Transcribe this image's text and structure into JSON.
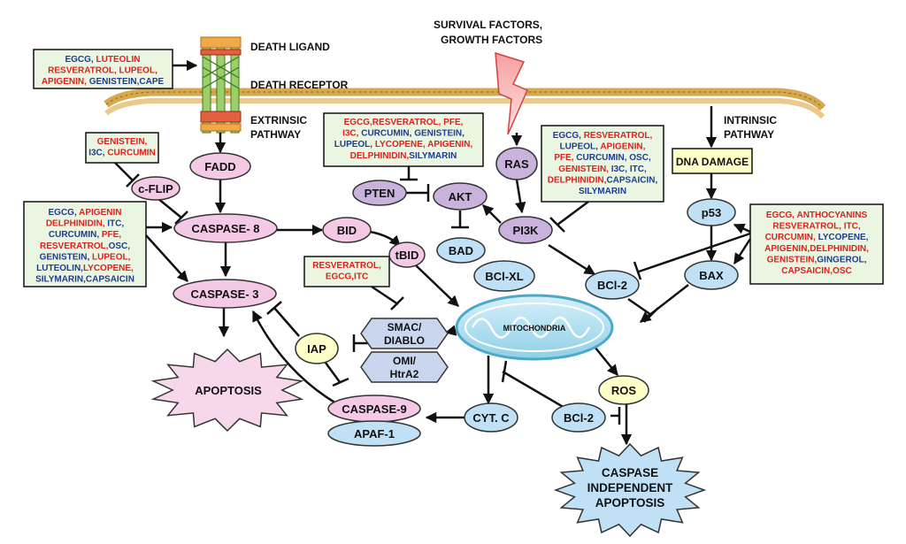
{
  "colors": {
    "red": "#d8231e",
    "blue": "#1e3c8c",
    "pink": "#f4c9e6",
    "light_blue": "#bfe0f5",
    "yellow": "#ffffc8",
    "purple": "#c9b3dc",
    "green_box": "#eaf6e2",
    "membrane": "#e3c06a",
    "mito": "#7ec5dc"
  },
  "labels": {
    "death_ligand": "DEATH LIGAND",
    "death_receptor": "DEATH RECEPTOR",
    "extrinsic_1": "EXTRINSIC",
    "extrinsic_2": "PATHWAY",
    "survival_1": "SURVIVAL FACTORS,",
    "survival_2": "GROWTH FACTORS",
    "intrinsic_1": "INTRINSIC",
    "intrinsic_2": "PATHWAY"
  },
  "nodes": {
    "fadd": "FADD",
    "cflip": "c-FLIP",
    "caspase8": "CASPASE- 8",
    "caspase3": "CASPASE- 3",
    "apoptosis": "APOPTOSIS",
    "iap": "IAP",
    "smac_1": "SMAC/",
    "smac_2": "DIABLO",
    "omi_1": "OMI/",
    "omi_2": "HtrA2",
    "caspase9": "CASPASE-9",
    "apaf1": "APAF-1",
    "bid": "BID",
    "tbid": "tBID",
    "pten": "PTEN",
    "akt": "AKT",
    "bad": "BAD",
    "ras": "RAS",
    "pi3k": "PI3K",
    "bclxl": "BCl-XL",
    "bcl2_upper": "BCl-2",
    "mitochondria": "MITOCHONDRIA",
    "dna_damage": "DNA DAMAGE",
    "p53": "p53",
    "bax": "BAX",
    "ros": "ROS",
    "cytc": "CYT. C",
    "bcl2_lower": "BCl-2",
    "cia_1": "CASPASE",
    "cia_2": "INDEPENDENT",
    "cia_3": "APOPTOSIS"
  },
  "boxes": {
    "death_receptor_inhibitors": [
      [
        {
          "t": "EGCG, ",
          "c": "blue"
        },
        {
          "t": "LUTEOLIN",
          "c": "red"
        }
      ],
      [
        {
          "t": "RESVERATROL, LUPEOL,",
          "c": "red"
        }
      ],
      [
        {
          "t": "APIGENIN, ",
          "c": "red"
        },
        {
          "t": "GENISTEIN,CAPE",
          "c": "blue"
        }
      ]
    ],
    "cflip_inhibitors": [
      [
        {
          "t": "GENISTEIN,",
          "c": "red"
        }
      ],
      [
        {
          "t": "I3C, ",
          "c": "blue"
        },
        {
          "t": "CURCUMIN",
          "c": "red"
        }
      ]
    ],
    "caspase_inhibitors": [
      [
        {
          "t": "EGCG, ",
          "c": "blue"
        },
        {
          "t": "APIGENIN",
          "c": "red"
        }
      ],
      [
        {
          "t": "DELPHINIDIN, ",
          "c": "red"
        },
        {
          "t": "ITC,",
          "c": "blue"
        }
      ],
      [
        {
          "t": "CURCUMIN, ",
          "c": "blue"
        },
        {
          "t": "PFE,",
          "c": "red"
        }
      ],
      [
        {
          "t": "RESVERATROL,",
          "c": "red"
        },
        {
          "t": "OSC,",
          "c": "blue"
        }
      ],
      [
        {
          "t": "GENISTEIN, ",
          "c": "blue"
        },
        {
          "t": "LUPEOL,",
          "c": "red"
        }
      ],
      [
        {
          "t": "LUTEOLIN,",
          "c": "blue"
        },
        {
          "t": "LYCOPENE,",
          "c": "red"
        }
      ],
      [
        {
          "t": "SILYMARIN,CAPSAICIN",
          "c": "blue"
        }
      ]
    ],
    "akt_inhibitors": [
      [
        {
          "t": "EGCG,RESVERATROL, PFE,",
          "c": "red"
        }
      ],
      [
        {
          "t": "I3C, ",
          "c": "red"
        },
        {
          "t": "CURCUMIN, GENISTEIN,",
          "c": "blue"
        }
      ],
      [
        {
          "t": "LUPEOL, ",
          "c": "blue"
        },
        {
          "t": "LYCOPENE, APIGENIN,",
          "c": "red"
        }
      ],
      [
        {
          "t": "DELPHINIDIN,",
          "c": "red"
        },
        {
          "t": "SILYMARIN",
          "c": "blue"
        }
      ]
    ],
    "pi3k_inhibitors": [
      [
        {
          "t": "EGCG, ",
          "c": "blue"
        },
        {
          "t": "RESVERATROL,",
          "c": "red"
        }
      ],
      [
        {
          "t": "LUPEOL, ",
          "c": "blue"
        },
        {
          "t": "APIGENIN,",
          "c": "red"
        }
      ],
      [
        {
          "t": "PFE, ",
          "c": "red"
        },
        {
          "t": "CURCUMIN, ",
          "c": "blue"
        },
        {
          "t": "OSC,",
          "c": "blue"
        }
      ],
      [
        {
          "t": "GENISTEIN, ",
          "c": "red"
        },
        {
          "t": "I3C, ITC,",
          "c": "blue"
        }
      ],
      [
        {
          "t": "DELPHINIDIN,",
          "c": "red"
        },
        {
          "t": "CAPSAICIN,",
          "c": "blue"
        }
      ],
      [
        {
          "t": "SILYMARIN",
          "c": "blue"
        }
      ]
    ],
    "smac_inhibitors": [
      [
        {
          "t": "RESVERATROL,",
          "c": "red"
        }
      ],
      [
        {
          "t": "EGCG,ITC",
          "c": "red"
        }
      ]
    ],
    "p53_activators": [
      [
        {
          "t": "EGCG, ANTHOCYANINS",
          "c": "red"
        }
      ],
      [
        {
          "t": "RESVERATROL, ITC,",
          "c": "red"
        }
      ],
      [
        {
          "t": "CURCUMIN, ",
          "c": "red"
        },
        {
          "t": "LYCOPENE,",
          "c": "blue"
        }
      ],
      [
        {
          "t": "APIGENIN,DELPHINIDIN,",
          "c": "red"
        }
      ],
      [
        {
          "t": "GENISTEIN,",
          "c": "red"
        },
        {
          "t": "GINGEROL,",
          "c": "blue"
        }
      ],
      [
        {
          "t": "CAPSAICIN,OSC",
          "c": "red"
        }
      ]
    ]
  }
}
